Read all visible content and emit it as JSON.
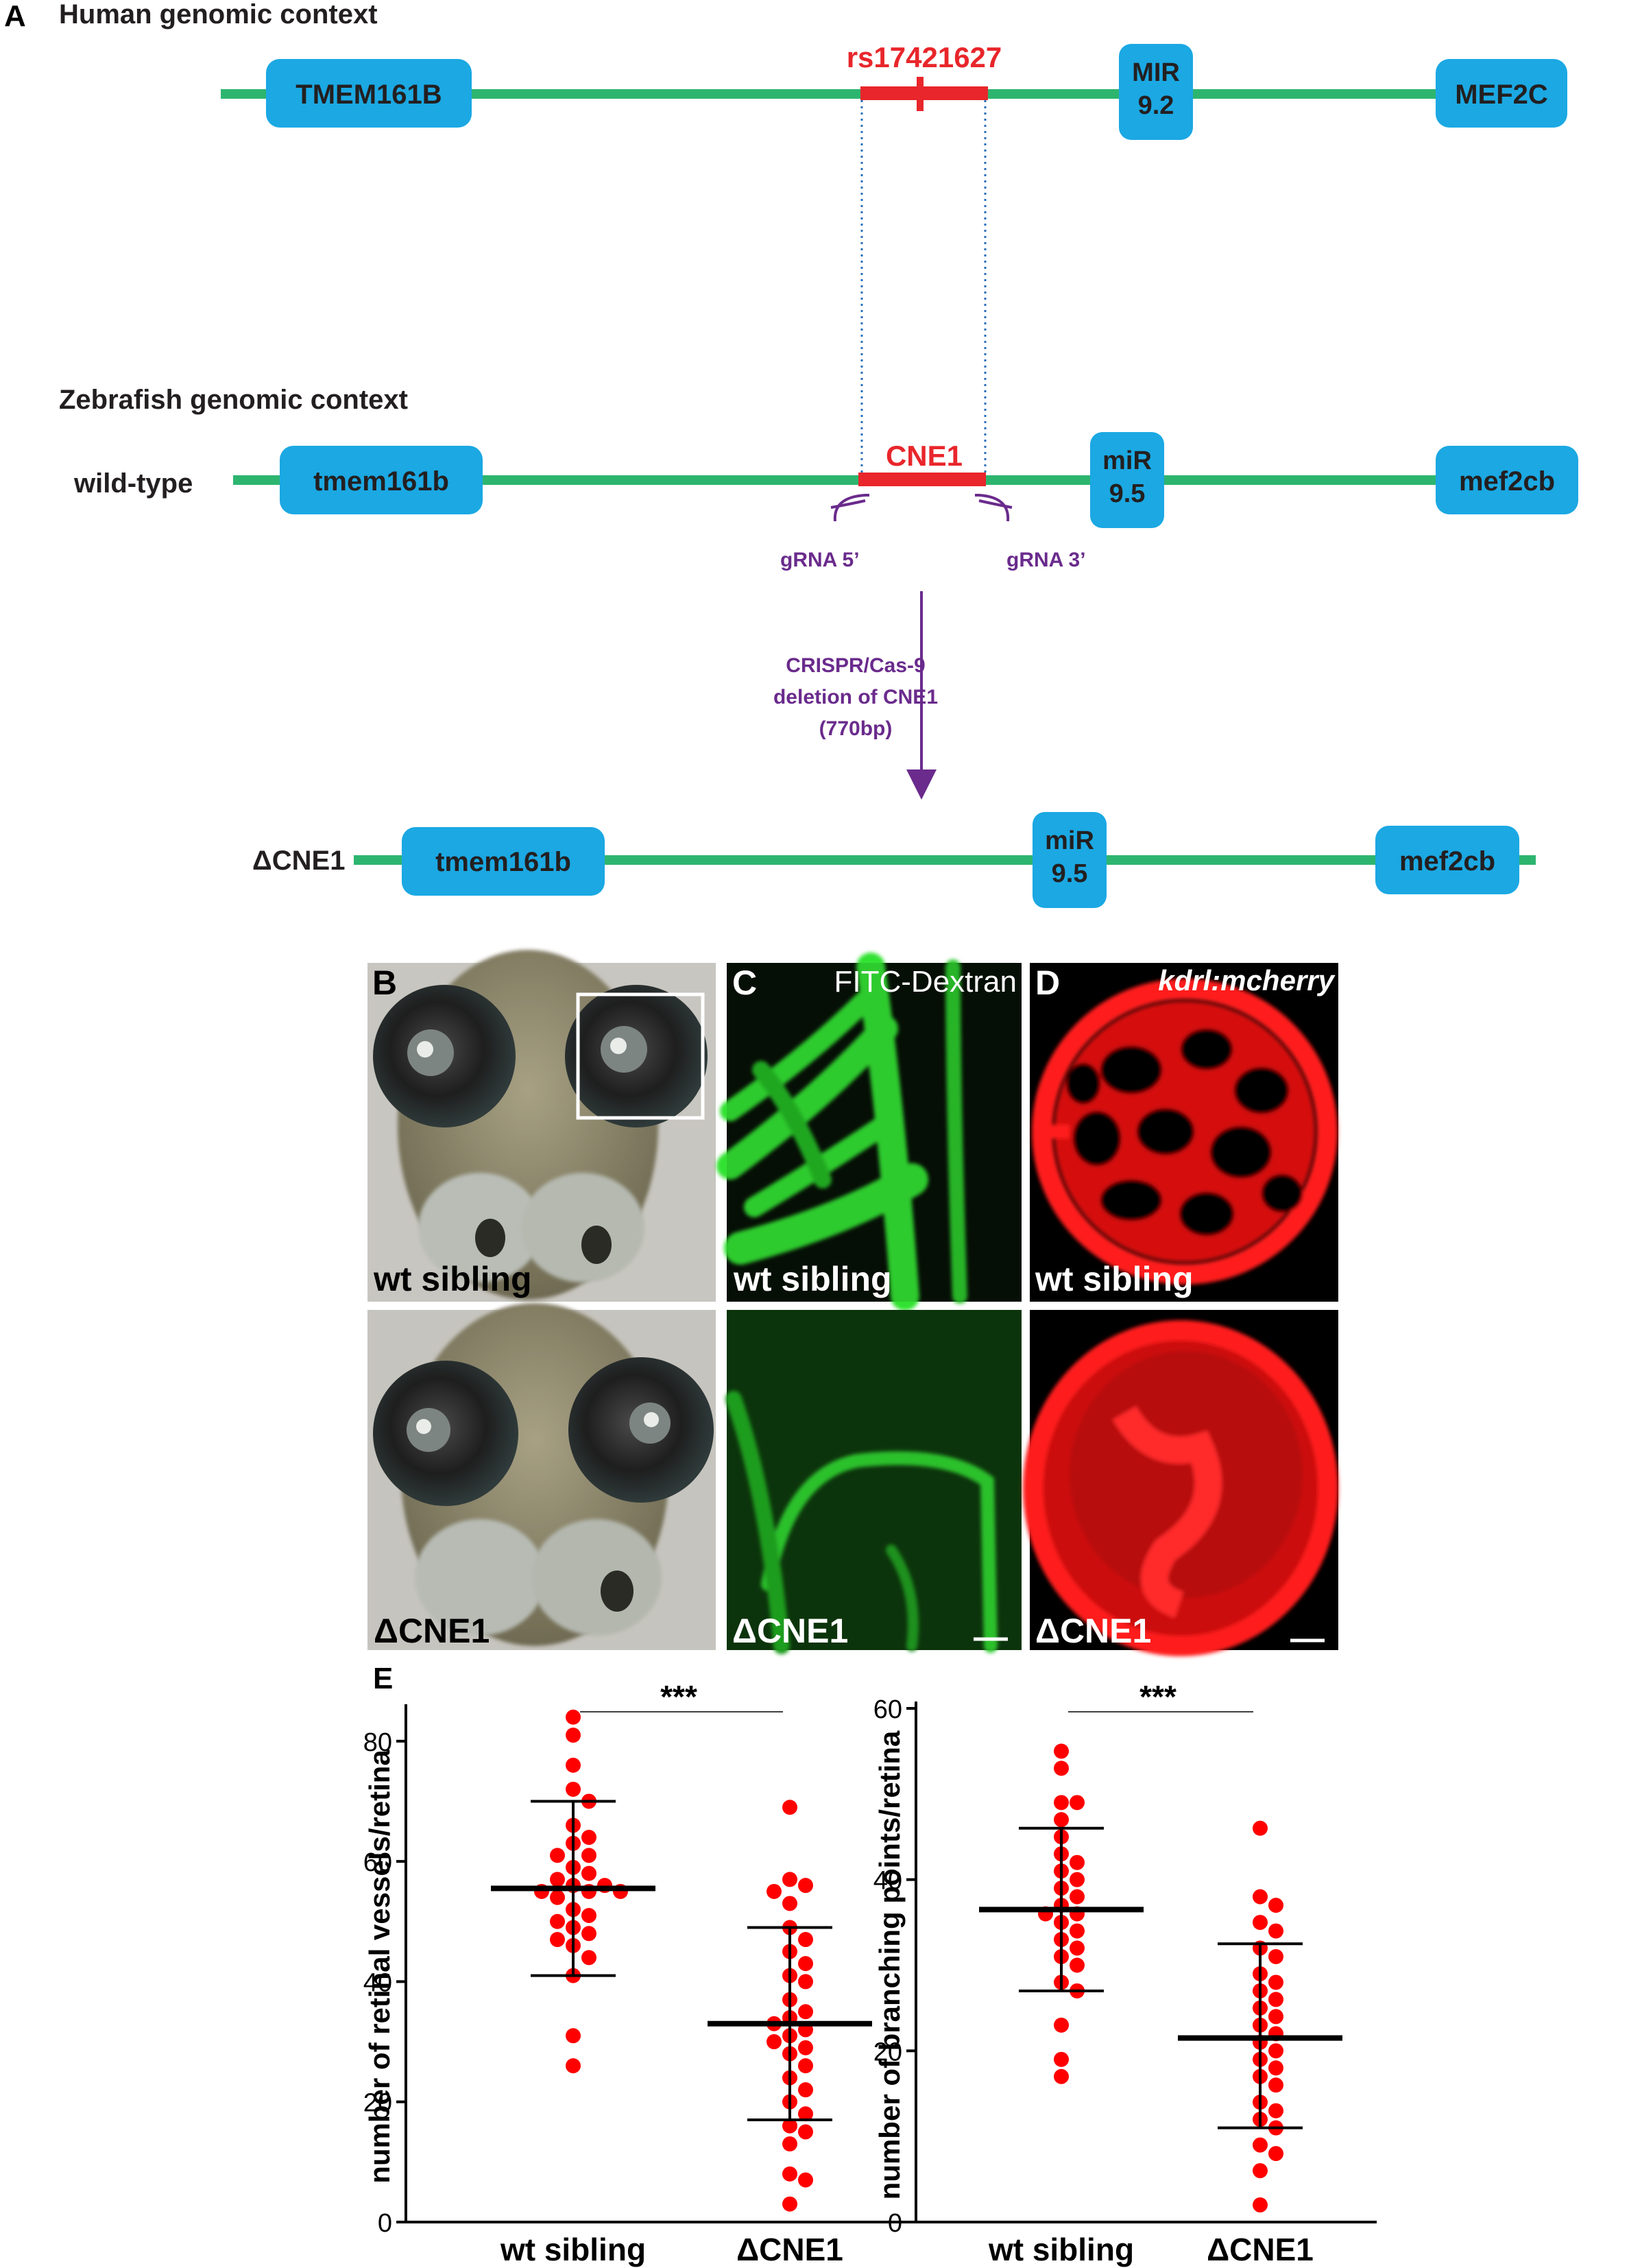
{
  "panel_letters": {
    "A": "A",
    "B": "B",
    "C": "C",
    "D": "D",
    "E": "E"
  },
  "panelA": {
    "human_title": "Human genomic context",
    "human_genes": [
      "TMEM161B",
      "MIR 9.2",
      "MEF2C"
    ],
    "snp": "rs17421627",
    "zebrafish_title": "Zebrafish genomic context",
    "wt_label": "wild-type",
    "wt_genes": [
      "tmem161b",
      "miR 9.5",
      "mef2cb"
    ],
    "element": "CNE1",
    "grna5": "gRNA 5’",
    "grna3": "gRNA 3’",
    "crispr_lines": [
      "CRISPR/Cas-9",
      "deletion of CNE1",
      "(770bp)"
    ],
    "mut_label": "ΔCNE1",
    "mut_genes": [
      "tmem161b",
      "miR 9.5",
      "mef2cb"
    ],
    "colors": {
      "line": "#2db56f",
      "gene": "#1ba8e3",
      "cne": "#e8262b",
      "arrow": "#6a2b8c",
      "guide": "#2a6fb8"
    }
  },
  "panelB": {
    "top": "wt sibling",
    "bottom": "ΔCNE1"
  },
  "panelC": {
    "title": "FITC-Dextran",
    "top": "wt sibling",
    "bottom": "ΔCNE1"
  },
  "panelD": {
    "title": "kdrl:mcherry",
    "top": "wt sibling",
    "bottom": "ΔCNE1"
  },
  "chart_data": [
    {
      "type": "scatter",
      "ylabel": "number of retinal vessels/retina",
      "categories": [
        "wt sibling",
        "ΔCNE1"
      ],
      "ylim": [
        0,
        85
      ],
      "yticks": [
        0,
        20,
        40,
        60,
        80
      ],
      "significance": "***",
      "groups": [
        {
          "name": "wt sibling",
          "mean": 55.5,
          "sd": [
            41,
            70
          ],
          "values": [
            84,
            81,
            76,
            72,
            70,
            66,
            64,
            63,
            61,
            61,
            59,
            58,
            57,
            56,
            56,
            55,
            55,
            55,
            54,
            52,
            51,
            50,
            49,
            48,
            47,
            46,
            44,
            41,
            31,
            26
          ]
        },
        {
          "name": "ΔCNE1",
          "mean": 33,
          "sd": [
            17,
            49
          ],
          "values": [
            69,
            57,
            56,
            55,
            53,
            49,
            47,
            45,
            43,
            41,
            40,
            37,
            35,
            34,
            33,
            32,
            31,
            30,
            29,
            28,
            26,
            24,
            22,
            20,
            18,
            16,
            15,
            13,
            8,
            7,
            3
          ]
        }
      ]
    },
    {
      "type": "scatter",
      "ylabel": "number of branching points/retina",
      "categories": [
        "wt sibling",
        "ΔCNE1"
      ],
      "ylim": [
        0,
        60
      ],
      "yticks": [
        0,
        20,
        40,
        60
      ],
      "significance": "***",
      "groups": [
        {
          "name": "wt sibling",
          "mean": 36.5,
          "sd": [
            27,
            46
          ],
          "values": [
            55,
            53,
            49,
            49,
            47,
            45,
            43,
            42,
            41,
            40,
            39,
            38,
            37,
            36,
            36,
            35,
            34,
            33,
            32,
            31,
            30,
            28,
            27,
            23,
            19,
            17
          ]
        },
        {
          "name": "ΔCNE1",
          "mean": 21.5,
          "sd": [
            11,
            32.5
          ],
          "values": [
            46,
            38,
            37,
            35,
            34,
            32,
            31,
            29,
            28,
            27,
            26,
            25,
            24,
            23,
            22,
            21,
            20,
            19,
            18,
            17,
            16,
            14,
            13,
            12,
            11,
            9,
            8,
            6,
            2
          ]
        }
      ]
    }
  ]
}
